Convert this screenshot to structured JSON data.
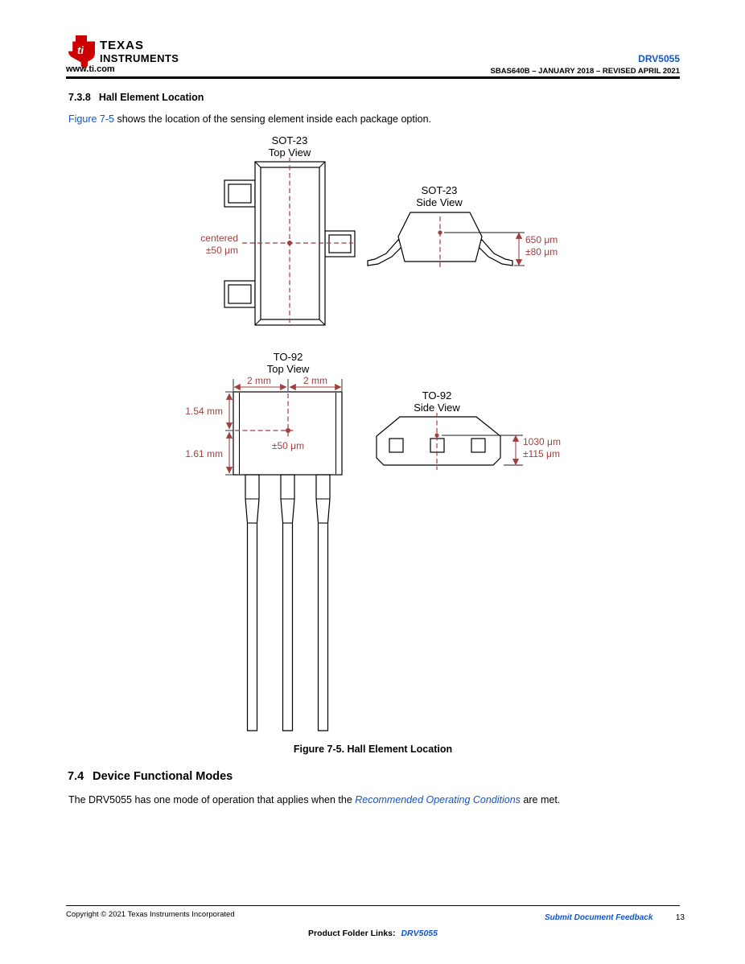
{
  "colors": {
    "ti_red": "#CC0000",
    "link_blue": "#1155CC",
    "dimension_red": "#9F3F3F"
  },
  "header": {
    "brand_line1": "TEXAS",
    "brand_line2": "INSTRUMENTS",
    "website": "www.ti.com",
    "part_number": "DRV5055",
    "doc_info": "SBAS640B – JANUARY 2018 – REVISED APRIL 2021"
  },
  "section_hall": {
    "number": "7.3.8",
    "title": "Hall Element Location",
    "paragraph_link": "Figure 7-5",
    "paragraph_rest": " shows the location of the sensing element inside each package option."
  },
  "figure": {
    "caption": "Figure 7-5. Hall Element Location",
    "sot23_top": {
      "title": "SOT-23",
      "subtitle": "Top View",
      "label_centered": "centered",
      "label_tolerance": "±50 μm"
    },
    "sot23_side": {
      "title": "SOT-23",
      "subtitle": "Side View",
      "dim_value": "650 μm",
      "dim_tolerance": "±80 μm"
    },
    "to92_top": {
      "title": "TO-92",
      "subtitle": "Top View",
      "dim_left": "2 mm",
      "dim_right": "2 mm",
      "dim_upper": "1.54 mm",
      "dim_lower": "1.61 mm",
      "label_tolerance": "±50 μm"
    },
    "to92_side": {
      "title": "TO-92",
      "subtitle": "Side View",
      "dim_value": "1030 μm",
      "dim_tolerance": "±115 μm"
    }
  },
  "section_modes": {
    "number": "7.4",
    "title": "Device Functional Modes",
    "paragraph_before": "The DRV5055 has one mode of operation that applies when the ",
    "paragraph_link": "Recommended Operating Conditions",
    "paragraph_after": " are met."
  },
  "footer": {
    "copyright": "Copyright © 2021 Texas Instruments Incorporated",
    "feedback_link": "Submit Document Feedback",
    "page_number": "13",
    "product_folder_label": "Product Folder Links:",
    "product_folder_link": "DRV5055"
  }
}
